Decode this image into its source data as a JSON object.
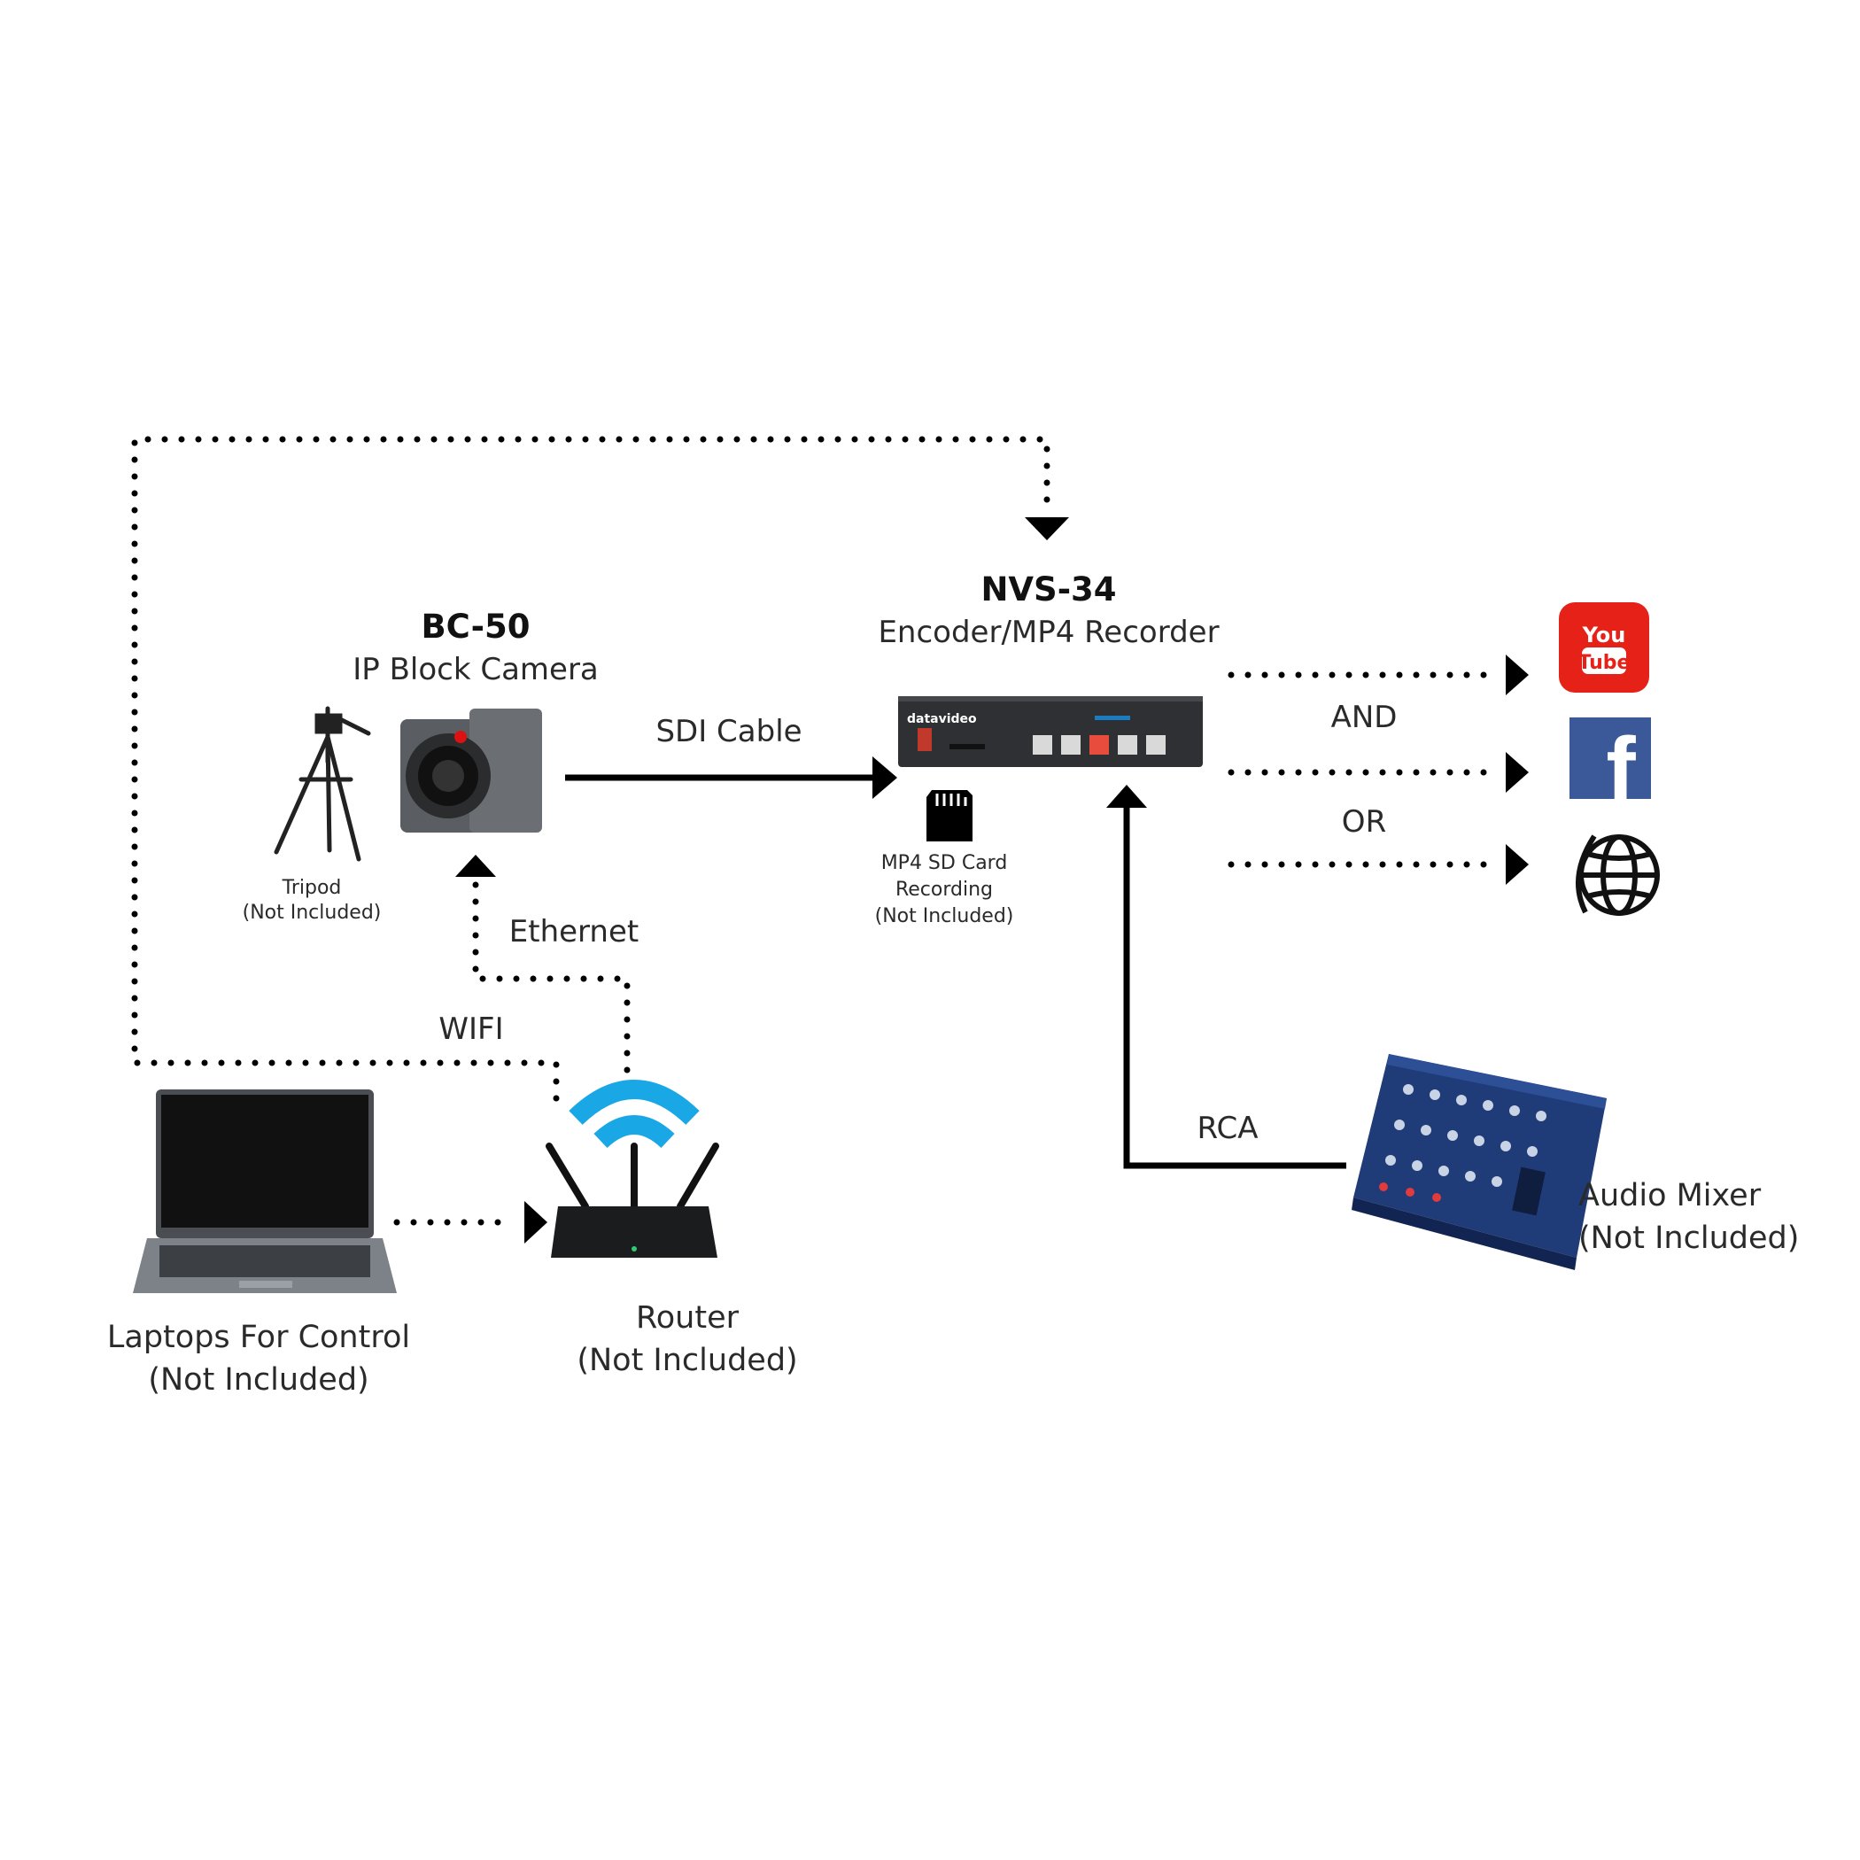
{
  "camera": {
    "model": "BC-50",
    "description": "IP Block Camera"
  },
  "tripod": {
    "label": "Tripod",
    "note": "(Not Included)"
  },
  "encoder": {
    "model": "NVS-34",
    "description": "Encoder/MP4 Recorder",
    "brand": "datavideo"
  },
  "sd_card": {
    "line1": "MP4 SD Card",
    "line2": "Recording",
    "note": "(Not Included)"
  },
  "connections": {
    "sdi": "SDI Cable",
    "ethernet": "Ethernet",
    "wifi": "WIFI",
    "rca": "RCA",
    "and": "AND",
    "or": "OR"
  },
  "laptop": {
    "label": "Laptops For Control",
    "note": "(Not Included)"
  },
  "router": {
    "label": "Router",
    "note": "(Not Included)"
  },
  "mixer": {
    "label": "Audio Mixer",
    "note": "(Not Included)"
  },
  "platforms": {
    "youtube_top": "You",
    "youtube_bottom": "Tube",
    "facebook": "f",
    "youtube_color": "#e62117",
    "facebook_color": "#3b5998"
  },
  "colors": {
    "wifi_signal": "#1aa7e6",
    "line": "#000000"
  }
}
